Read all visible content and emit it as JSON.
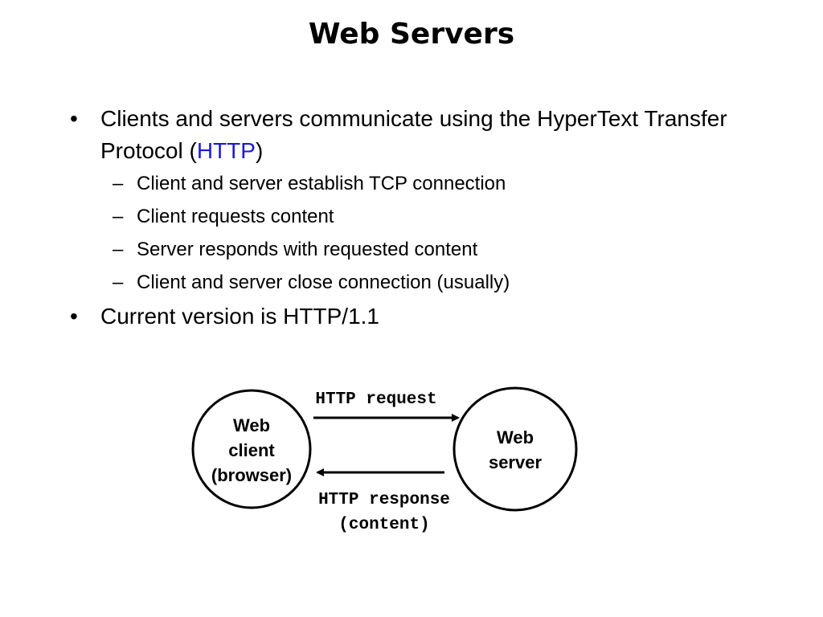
{
  "slide": {
    "title": "Web Servers",
    "bullets": [
      {
        "text_before": "Clients and servers communicate using  the HyperText Transfer Protocol (",
        "highlight": "HTTP",
        "text_after": ")",
        "sub": [
          "Client and server establish TCP connection",
          "Client requests content",
          "Server responds with requested content",
          "Client and server close connection (usually)"
        ]
      },
      {
        "text": "Current version is HTTP/1.1"
      }
    ],
    "bullet_glyph": "•",
    "sub_glyph": "–",
    "highlight_color": "#1a1adc"
  },
  "diagram": {
    "client": {
      "line1": "Web",
      "line2": "client",
      "line3": "(browser)"
    },
    "server": {
      "line1": "Web",
      "line2": "server"
    },
    "request_label": "HTTP request",
    "response_label_1": "HTTP response",
    "response_label_2": "(content)"
  }
}
